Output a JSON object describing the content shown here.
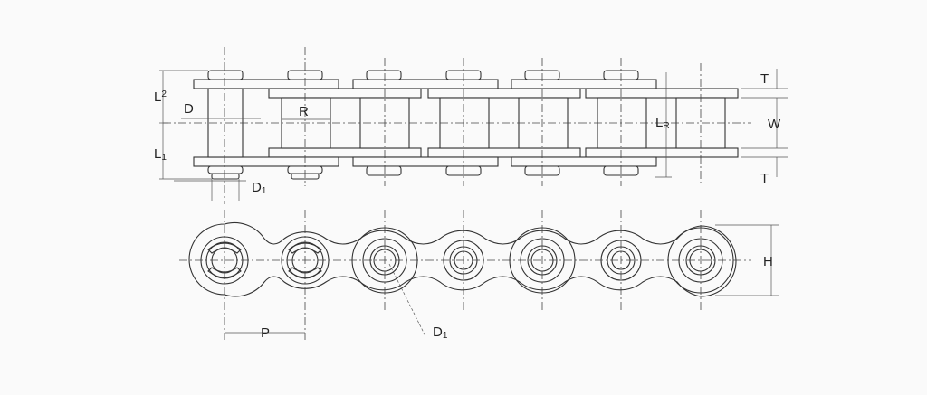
{
  "labels": {
    "T_top": "T",
    "T_bottom": "T",
    "W": "W",
    "L2": "L",
    "L2_sub": "2",
    "L1": "L",
    "L1_sub": "1",
    "D": "D",
    "D1_top": "D",
    "D1_top_sub": "1",
    "R": "R",
    "LR": "L",
    "LR_sub": "R",
    "H": "H",
    "P": "P",
    "D1_bottom": "D",
    "D1_bottom_sub": "1"
  },
  "colors": {
    "line": "#333333",
    "background": "#fafafa"
  }
}
